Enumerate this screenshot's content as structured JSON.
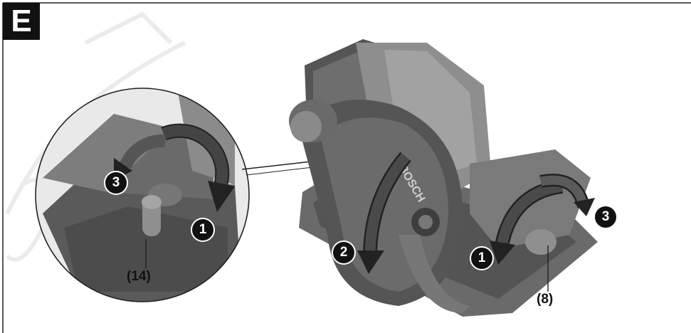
{
  "figure": {
    "label": "E",
    "brand_text": "BOSCH"
  },
  "callouts": {
    "part_14": "(14)",
    "part_8": "(8)"
  },
  "steps": {
    "one": "1",
    "two": "2",
    "three": "3"
  }
}
